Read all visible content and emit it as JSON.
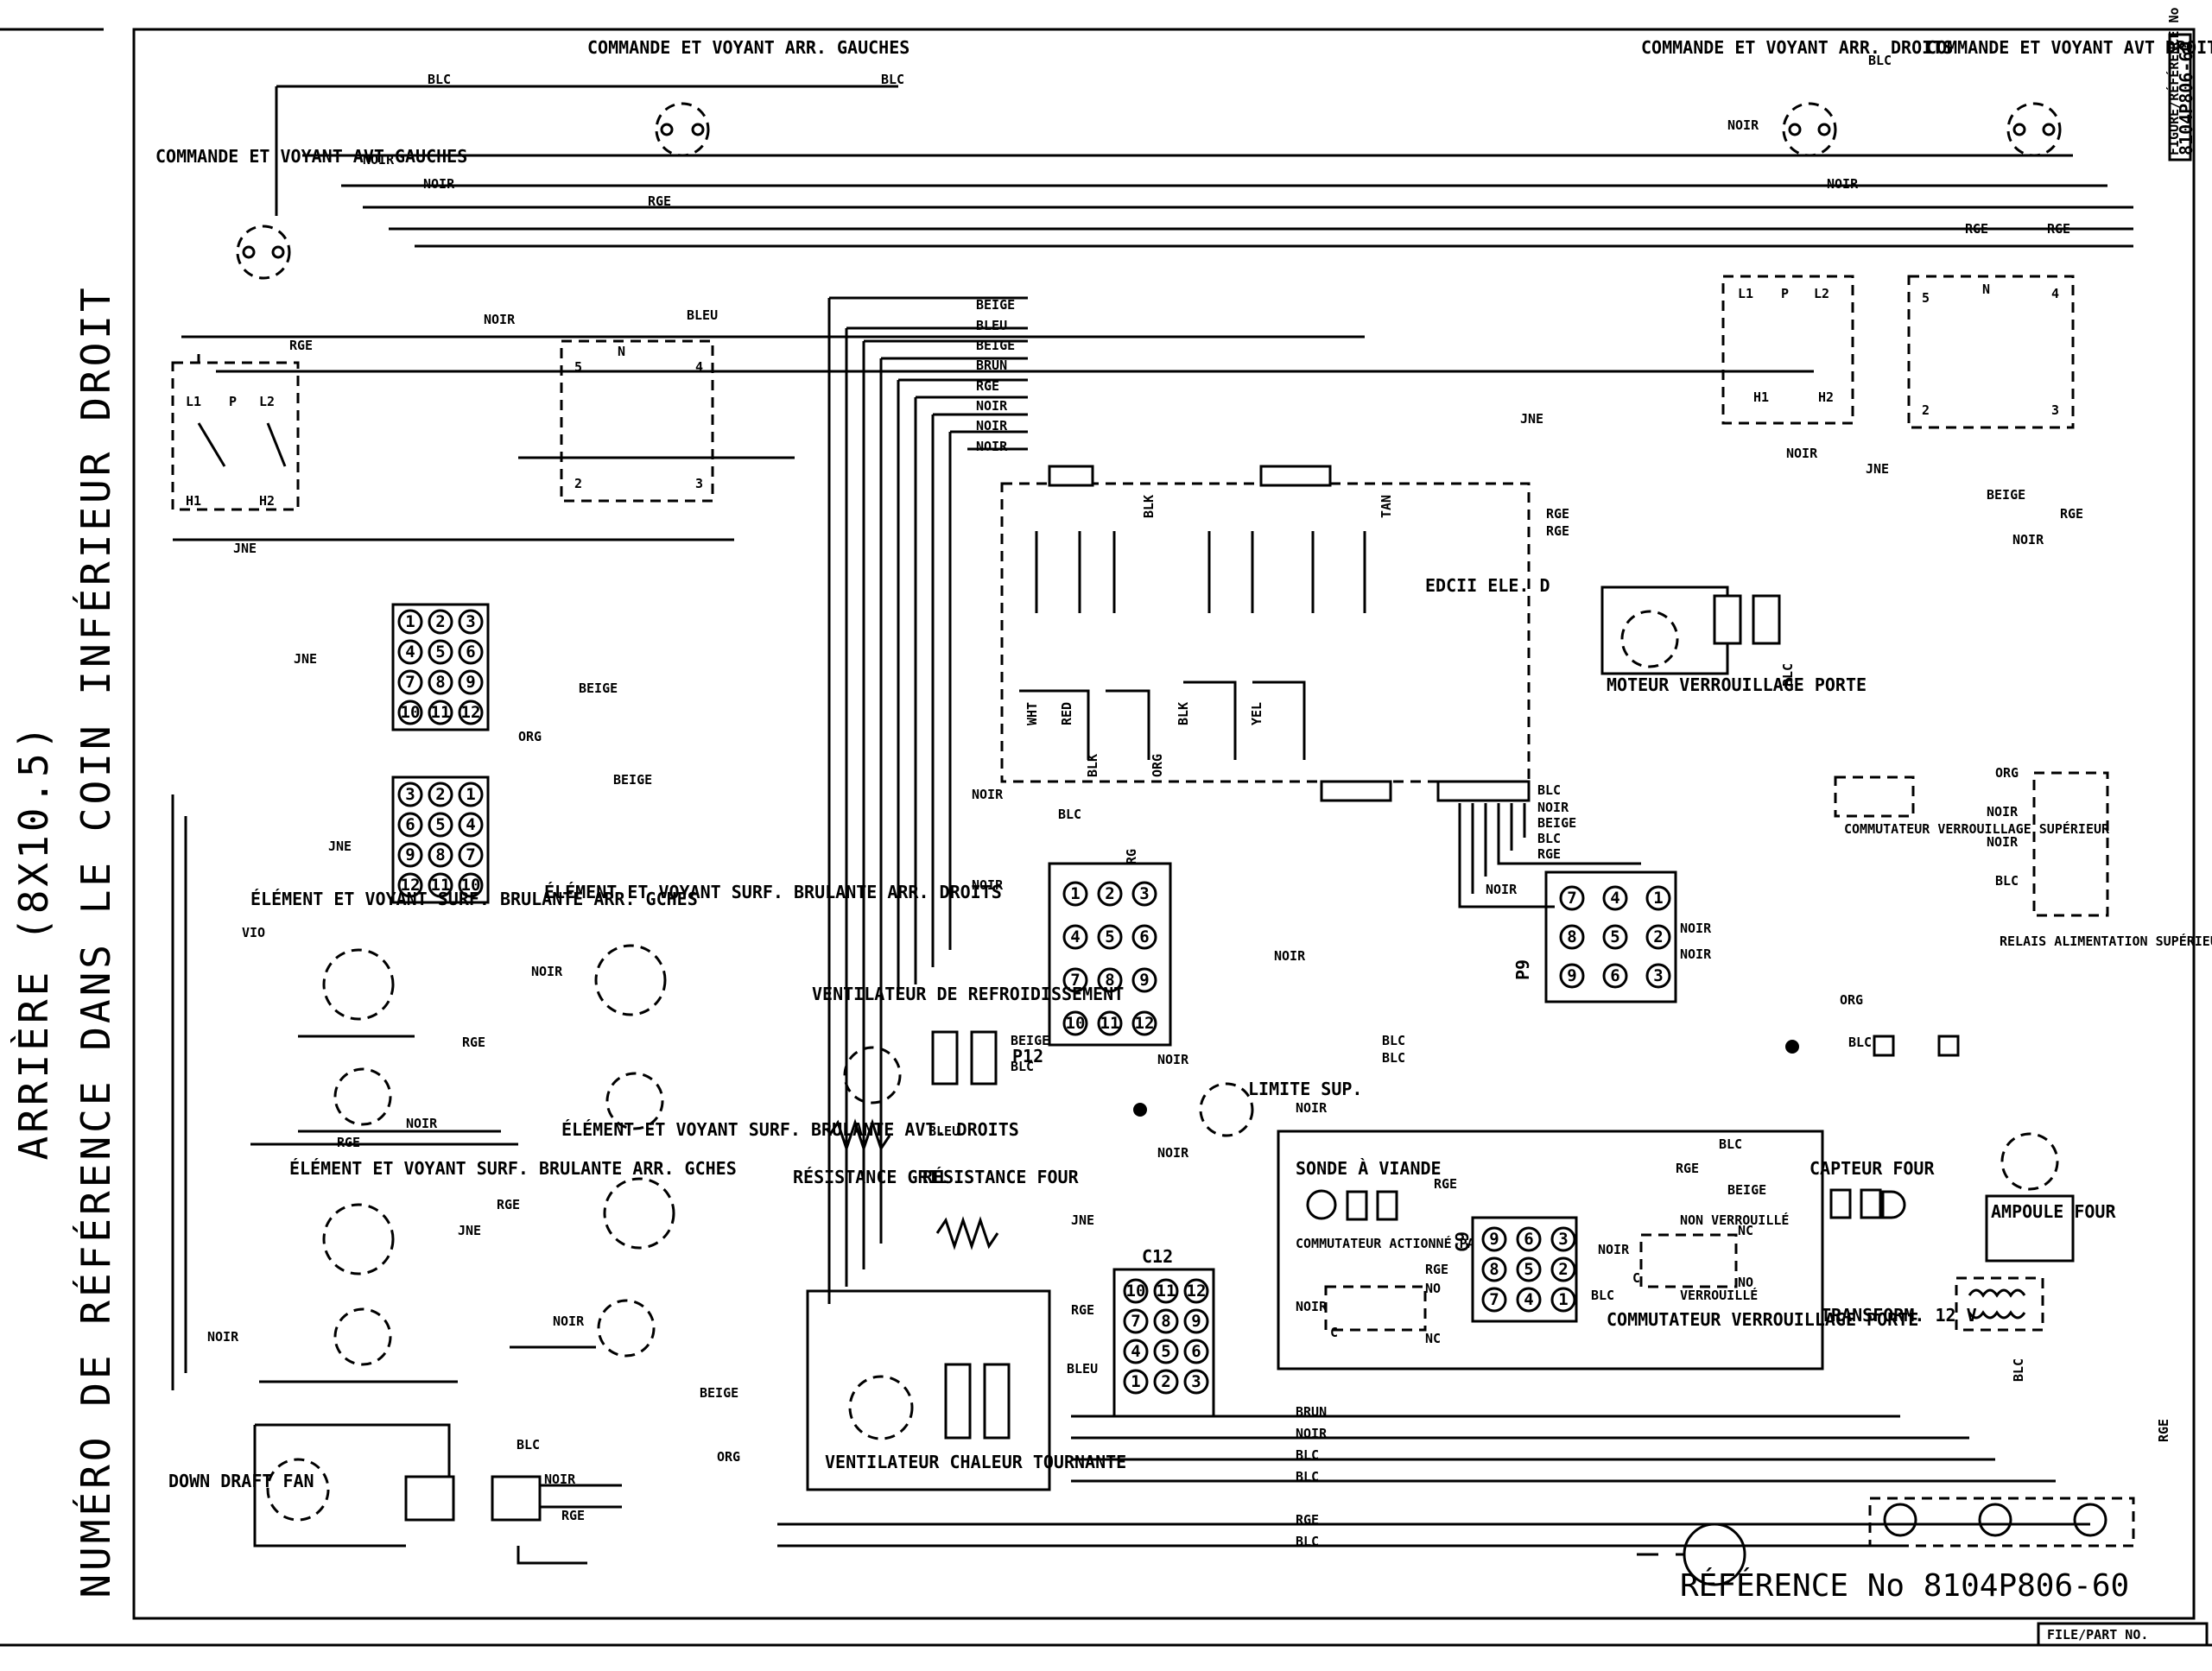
{
  "side_title": {
    "line1": "ARRIÈRE (8X10.5)",
    "line2": "NUMÉRO DE RÉFÉRENCE DANS LE COIN INFÉRIEUR DROIT"
  },
  "reference": {
    "bottom": "RÉFÉRENCE No 8104P806-60",
    "corner": "8104P806-60",
    "corner_small": "FIGURE/RÉFÉRENCE No",
    "file": "FILE/PART NO."
  },
  "components": {
    "lf_ctrl": "COMMANDE ET VOYANT AVT GAUCHES",
    "lr_ctrl": "COMMANDE ET VOYANT ARR. GAUCHES",
    "rr_ctrl": "COMMANDE ET VOYANT ARR. DROITS",
    "rf_ctrl": "COMMANDE ET VOYANT AVT DROITS",
    "edc": "EDCII ELE. D",
    "lock_motor": "MOTEUR VERROUILLAGE PORTE",
    "upper_switch": "COMMUTATEUR VERROUILLAGE SUPÉRIEUR",
    "relay": "RELAIS ALIMENTATION SUPÉRIEUR",
    "el_lr": "ÉLÉMENT ET VOYANT SURF. BRULANTE ARR. GCHES",
    "el_rr": "ÉLÉMENT ET VOYANT SURF. BRULANTE ARR. DROITS",
    "el_rf": "ÉLÉMENT ET VOYANT SURF. BRULANTE AVT. DROITS",
    "el_lf": "ÉLÉMENT ET VOYANT SURF. BRULANTE ARR. GCHES",
    "cool_fan": "VENTILATEUR DE REFROIDISSEMENT",
    "limit": "LIMITE SUP.",
    "broil": "RÉSISTANCE GRIL",
    "bake": "RÉSISTANCE FOUR",
    "probe": "SONDE À VIANDE",
    "door_sw": "COMMUTATEUR ACTIONNÉ PAR PORTE",
    "lock_sw": "COMMUTATEUR VERROUILLAGE PORTE",
    "sensor": "CAPTEUR FOUR",
    "lamp": "AMPOULE FOUR",
    "transformer": "TRANSFORM. 12 V",
    "conv_fan": "VENTILATEUR CHALEUR TOURNANTE",
    "downdraft": "DOWN DRAFT FAN",
    "not_locked": "NON VERROUILLÉ",
    "locked": "VERROUILLÉ"
  },
  "connectors": {
    "p12": "P12",
    "p9": "P9",
    "c12": "C12",
    "c9": "C9"
  },
  "wires": {
    "blc": "BLC",
    "noir": "NOIR",
    "rge": "RGE",
    "jne": "JNE",
    "beige": "BEIGE",
    "bleu": "BLEU",
    "brun": "BRUN",
    "org": "ORG",
    "vio": "VIO",
    "blk": "BLK",
    "tan": "TAN",
    "wht": "WHT",
    "red": "RED",
    "yel": "YEL"
  },
  "terminals": {
    "l1": "L1",
    "l2": "L2",
    "p": "P",
    "h1": "H1",
    "h2": "H2",
    "n": "N",
    "t2": "2",
    "t3": "3",
    "t4": "4",
    "t5": "5",
    "nc": "NC",
    "no": "NO",
    "c": "C"
  }
}
